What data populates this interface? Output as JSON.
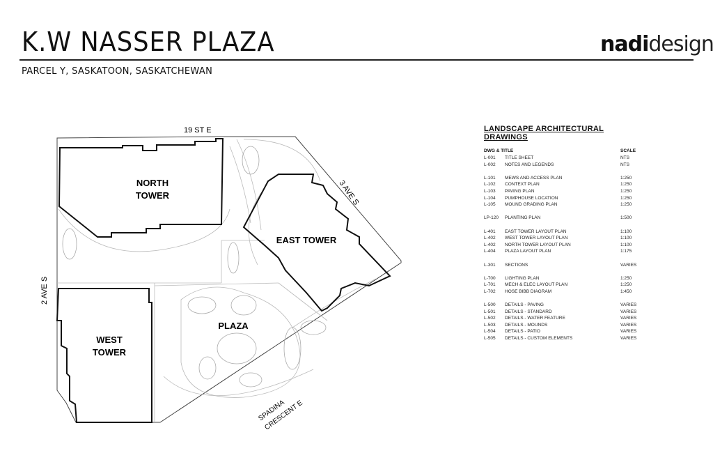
{
  "header": {
    "title": "K.W NASSER PLAZA",
    "subtitle": "PARCEL Y, SASKATOON, SASKATCHEWAN",
    "logo_bold": "nadi",
    "logo_light": "design"
  },
  "site_plan": {
    "streets": {
      "north": "19 ST E",
      "east": "3 AVE S",
      "west": "2 AVE S",
      "south_line1": "SPADINA",
      "south_line2": "CRESCENT E"
    },
    "buildings": {
      "north_tower_line1": "NORTH",
      "north_tower_line2": "TOWER",
      "east_tower": "EAST TOWER",
      "west_tower_line1": "WEST",
      "west_tower_line2": "TOWER",
      "plaza": "PLAZA"
    }
  },
  "drawings": {
    "heading": "LANDSCAPE ARCHITECTURAL DRAWINGS",
    "col_title": "DWG & TITLE",
    "col_scale": "SCALE",
    "groups": [
      [
        {
          "code": "L-001",
          "title": "TITLE SHEET",
          "scale": "NTS"
        },
        {
          "code": "L-002",
          "title": "NOTES AND LEGENDS",
          "scale": "NTS"
        }
      ],
      [
        {
          "code": "L-101",
          "title": "MEWS AND ACCESS PLAN",
          "scale": "1:250"
        },
        {
          "code": "L-102",
          "title": "CONTEXT PLAN",
          "scale": "1:250"
        },
        {
          "code": "L-103",
          "title": "PAVING PLAN",
          "scale": "1:250"
        },
        {
          "code": "L-104",
          "title": "PUMPHOUSE LOCATION",
          "scale": "1:250"
        },
        {
          "code": "L-105",
          "title": "MOUND GRADING PLAN",
          "scale": "1:250"
        }
      ],
      [
        {
          "code": "LP-120",
          "title": "PLANTING PLAN",
          "scale": "1:500"
        }
      ],
      [
        {
          "code": "L-401",
          "title": "EAST TOWER LAYOUT PLAN",
          "scale": "1:100"
        },
        {
          "code": "L-402",
          "title": "WEST TOWER LAYOUT PLAN",
          "scale": "1:100"
        },
        {
          "code": "L-402",
          "title": "NORTH TOWER LAYOUT PLAN",
          "scale": "1:100"
        },
        {
          "code": "L-404",
          "title": "PLAZA LAYOUT PLAN",
          "scale": "1:175"
        }
      ],
      [
        {
          "code": "L-301",
          "title": "SECTIONS",
          "scale": "VARIES"
        }
      ],
      [
        {
          "code": "L-700",
          "title": "LIGHTING PLAN",
          "scale": "1:250"
        },
        {
          "code": "L-701",
          "title": "MECH & ELEC LAYOUT PLAN",
          "scale": "1:250"
        },
        {
          "code": "L-702",
          "title": "HOSE BIBB DIAGRAM",
          "scale": "1:450"
        }
      ],
      [
        {
          "code": "L-500",
          "title": "DETAILS - PAVING",
          "scale": "VARIES"
        },
        {
          "code": "L-501",
          "title": "DETAILS - STANDARD",
          "scale": "VARIES"
        },
        {
          "code": "L-502",
          "title": "DETAILS - WATER FEATURE",
          "scale": "VARIES"
        },
        {
          "code": "L-503",
          "title": "DETAILS - MOUNDS",
          "scale": "VARIES"
        },
        {
          "code": "L-504",
          "title": "DETAILS - PATIO",
          "scale": "VARIES"
        },
        {
          "code": "L-505",
          "title": "DETAILS - CUSTOM ELEMENTS",
          "scale": "VARIES"
        }
      ]
    ]
  }
}
